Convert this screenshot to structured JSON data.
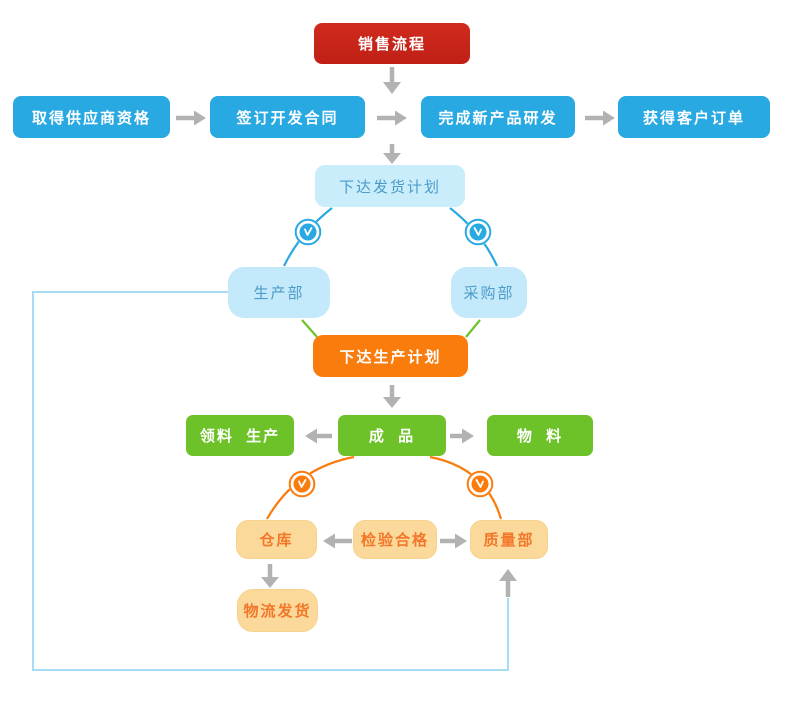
{
  "diagram": {
    "title": "sales process flowchart",
    "nodes": {
      "sales": {
        "label": "销售流程"
      },
      "supplier": {
        "label": "取得供应商资格"
      },
      "contract": {
        "label": "签订开发合同"
      },
      "rd": {
        "label": "完成新产品研发"
      },
      "order": {
        "label": "获得客户订单"
      },
      "delivery_plan": {
        "label": "下达发货计划"
      },
      "production_dept": {
        "label": "生产部"
      },
      "purchasing_dept": {
        "label": "采购部"
      },
      "production_plan": {
        "label": "下达生产计划"
      },
      "picking": {
        "label": "领料  生产"
      },
      "finished": {
        "label": "成  品"
      },
      "materials": {
        "label": "物  料"
      },
      "warehouse": {
        "label": "仓库"
      },
      "inspection": {
        "label": "检验合格"
      },
      "quality_dept": {
        "label": "质量部"
      },
      "shipping": {
        "label": "物流发货"
      }
    },
    "icons": {
      "clock": "clock-icon"
    },
    "colors": {
      "red_node": "#c9251c",
      "blue_node": "#29a9e2",
      "light_blue_node": "#c9edfb",
      "light_blue_text": "#4c9bc8",
      "orange_node": "#f97c0d",
      "green_node": "#6cc228",
      "tan_node": "#fbd99b",
      "tan_text": "#f2772a",
      "arrow_gray": "#b2b2b2",
      "connector_blue": "#29a9e2",
      "connector_green": "#6cc327",
      "connector_orange": "#f97c0d",
      "feedback_line": "#a8dcf3"
    }
  }
}
